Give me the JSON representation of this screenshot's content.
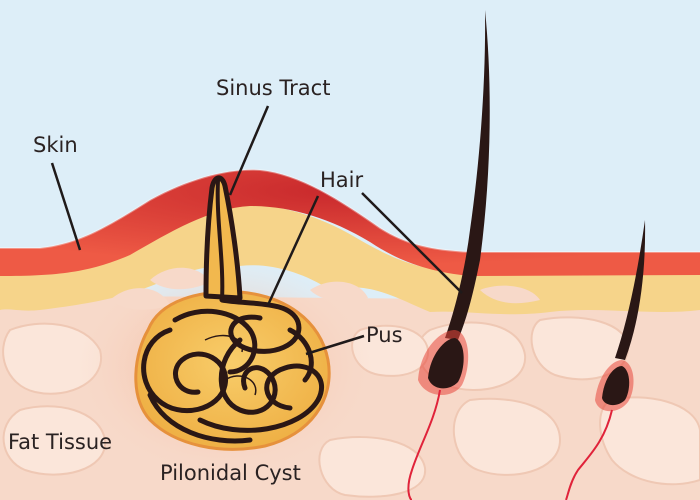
{
  "labels": {
    "sinus_tract": "Sinus Tract",
    "skin": "Skin",
    "hair": "Hair",
    "pus": "Pus",
    "fat_tissue": "Fat Tissue",
    "pilonidal_cyst": "Pilonidal Cyst"
  },
  "colors": {
    "sky": "#ddeef8",
    "epidermis": "#e8473c",
    "dermis_yellow": "#f6d48a",
    "fat": "#f7d9c9",
    "fat_lobule": "#fbe6da",
    "cyst_pus": "#f2b84e",
    "hair": "#2a1715",
    "vessel": "#e0233a"
  }
}
